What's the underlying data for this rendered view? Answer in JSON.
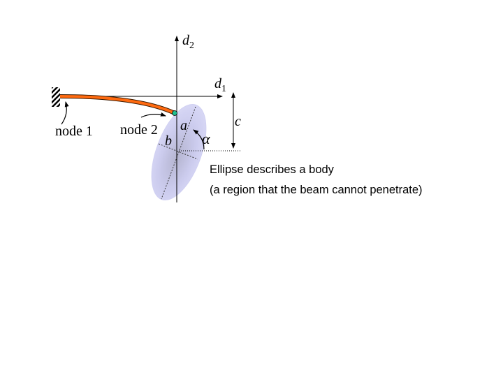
{
  "diagram": {
    "labels": {
      "d2": {
        "base": "d",
        "sub": "2"
      },
      "d1": {
        "base": "d",
        "sub": "1"
      },
      "c": "c",
      "a": "a",
      "b": "b",
      "alpha": "α",
      "node1": "node 1",
      "node2": "node 2"
    },
    "caption": {
      "line1": "Ellipse describes a body",
      "line2": "(a region that the beam cannot penetrate)"
    },
    "colors": {
      "beam": "#ff6a10",
      "beam_outline": "#3a1a00",
      "node": "#1fbf8f",
      "ellipse_fill": "#c8c8f0",
      "axis": "#000000"
    }
  }
}
